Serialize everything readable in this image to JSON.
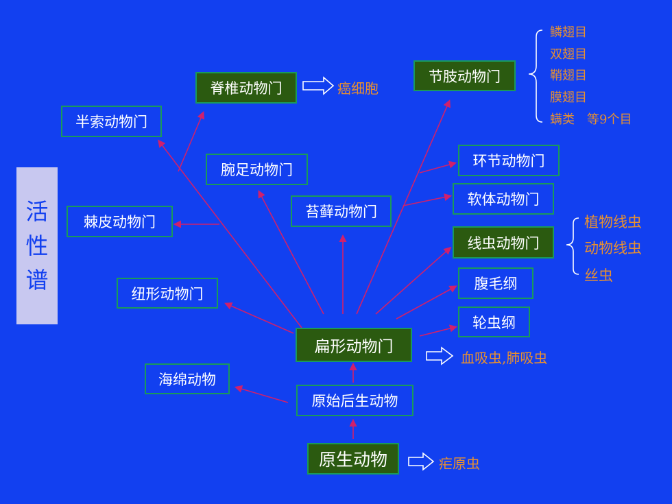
{
  "side_title": [
    "活",
    "性",
    "谱"
  ],
  "nodes": {
    "yuansheng": "原生动物",
    "yuanshi": "原始后生动物",
    "haimian": "海绵动物",
    "bianxing": "扁形动物门",
    "niuxing": "纽形动物门",
    "jipi": "棘皮动物门",
    "banshuo": "半索动物门",
    "jizhui": "脊椎动物门",
    "wanzu": "腕足动物门",
    "taixian": "苔藓动物门",
    "jiezhi": "节肢动物门",
    "huanjie": "环节动物门",
    "ruanti": "软体动物门",
    "xianchong": "线虫动物门",
    "fumao": "腹毛纲",
    "lunchong": "轮虫纲"
  },
  "notes": {
    "jizhui_example": "癌细胞",
    "bianxing_example": "血吸虫,肺吸虫",
    "yuansheng_example": "疟原虫"
  },
  "jiezhi_orders": [
    "鳞翅目",
    "双翅目",
    "鞘翅目",
    "膜翅目",
    "螨类　等9个目"
  ],
  "xianchong_types": [
    "植物线虫",
    "动物线虫",
    "丝虫"
  ],
  "colors": {
    "background": "#1240f0",
    "arrow": "#d0206c",
    "border": "#1a9a5a",
    "note": "#e89030"
  }
}
